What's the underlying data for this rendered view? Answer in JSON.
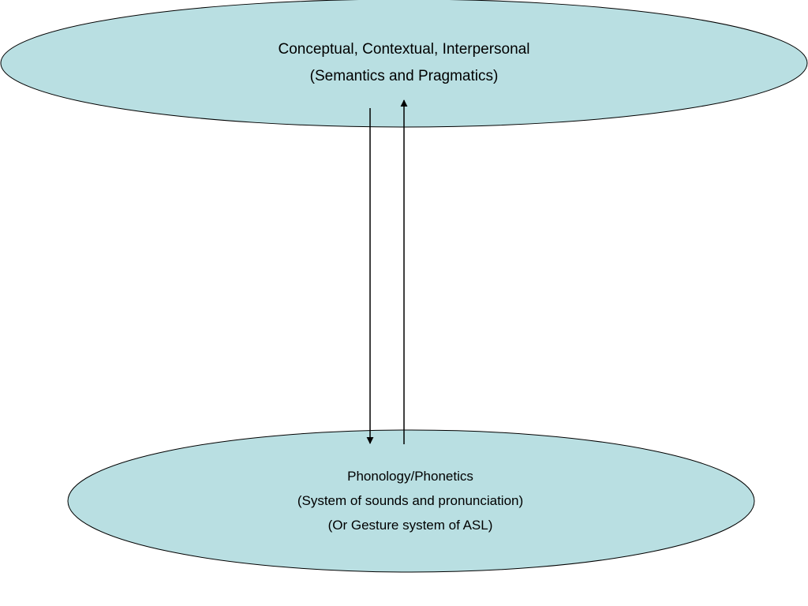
{
  "colors": {
    "ellipse_fill": "#b9dfe2",
    "ellipse_stroke": "#000000",
    "arrow": "#000000",
    "background": "#ffffff"
  },
  "top_node": {
    "lines": [
      "Conceptual, Contextual, Interpersonal",
      "(Semantics and Pragmatics)"
    ]
  },
  "bottom_node": {
    "lines": [
      "Phonology/Phonetics",
      "(System of sounds and pronunciation)",
      "(Or Gesture system of ASL)"
    ]
  },
  "arrows": [
    {
      "name": "down-arrow",
      "from": "top_node",
      "to": "bottom_node"
    },
    {
      "name": "up-arrow",
      "from": "bottom_node",
      "to": "top_node"
    }
  ]
}
